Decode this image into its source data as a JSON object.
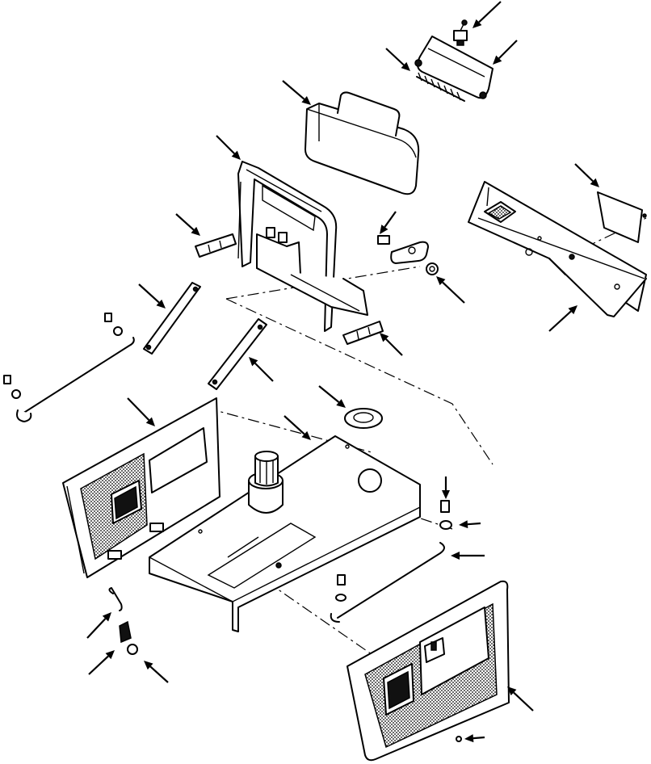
{
  "figure": {
    "kind": "exploded-parts-view",
    "line_color": "#000000",
    "background": "#ffffff",
    "callout_arrow_count": 26,
    "texture_icon": "dot-screen-pattern"
  },
  "parts": [
    {
      "id": "toggle-switch",
      "icon": "switch-icon"
    },
    {
      "id": "switch-bracket",
      "icon": "bracket-icon"
    },
    {
      "id": "spring",
      "icon": "spring-icon"
    },
    {
      "id": "fuel-tank",
      "icon": "tank-icon"
    },
    {
      "id": "seat-frame",
      "icon": "frame-icon"
    },
    {
      "id": "clip-left",
      "icon": "clip-icon"
    },
    {
      "id": "clip-right",
      "icon": "clip-icon"
    },
    {
      "id": "strap-left",
      "icon": "strap-icon"
    },
    {
      "id": "strap-center",
      "icon": "strap-icon"
    },
    {
      "id": "rod-left",
      "icon": "rod-icon"
    },
    {
      "id": "key-plate",
      "icon": "key-icon"
    },
    {
      "id": "nut",
      "icon": "nut-icon"
    },
    {
      "id": "instrument-panel",
      "icon": "panel-icon"
    },
    {
      "id": "panel-cover",
      "icon": "cover-icon"
    },
    {
      "id": "side-panel-left",
      "icon": "perforated-panel-icon"
    },
    {
      "id": "grommet",
      "icon": "grommet-icon"
    },
    {
      "id": "base-plate",
      "icon": "plate-icon"
    },
    {
      "id": "filler-neck",
      "icon": "filler-icon"
    },
    {
      "id": "bolt",
      "icon": "bolt-icon"
    },
    {
      "id": "washer",
      "icon": "washer-icon"
    },
    {
      "id": "rod-right",
      "icon": "rod-icon"
    },
    {
      "id": "latch-hook",
      "icon": "hook-icon"
    },
    {
      "id": "latch",
      "icon": "latch-icon"
    },
    {
      "id": "knob",
      "icon": "knob-icon"
    },
    {
      "id": "side-panel-right",
      "icon": "perforated-panel-icon"
    },
    {
      "id": "rivet",
      "icon": "rivet-icon"
    }
  ]
}
